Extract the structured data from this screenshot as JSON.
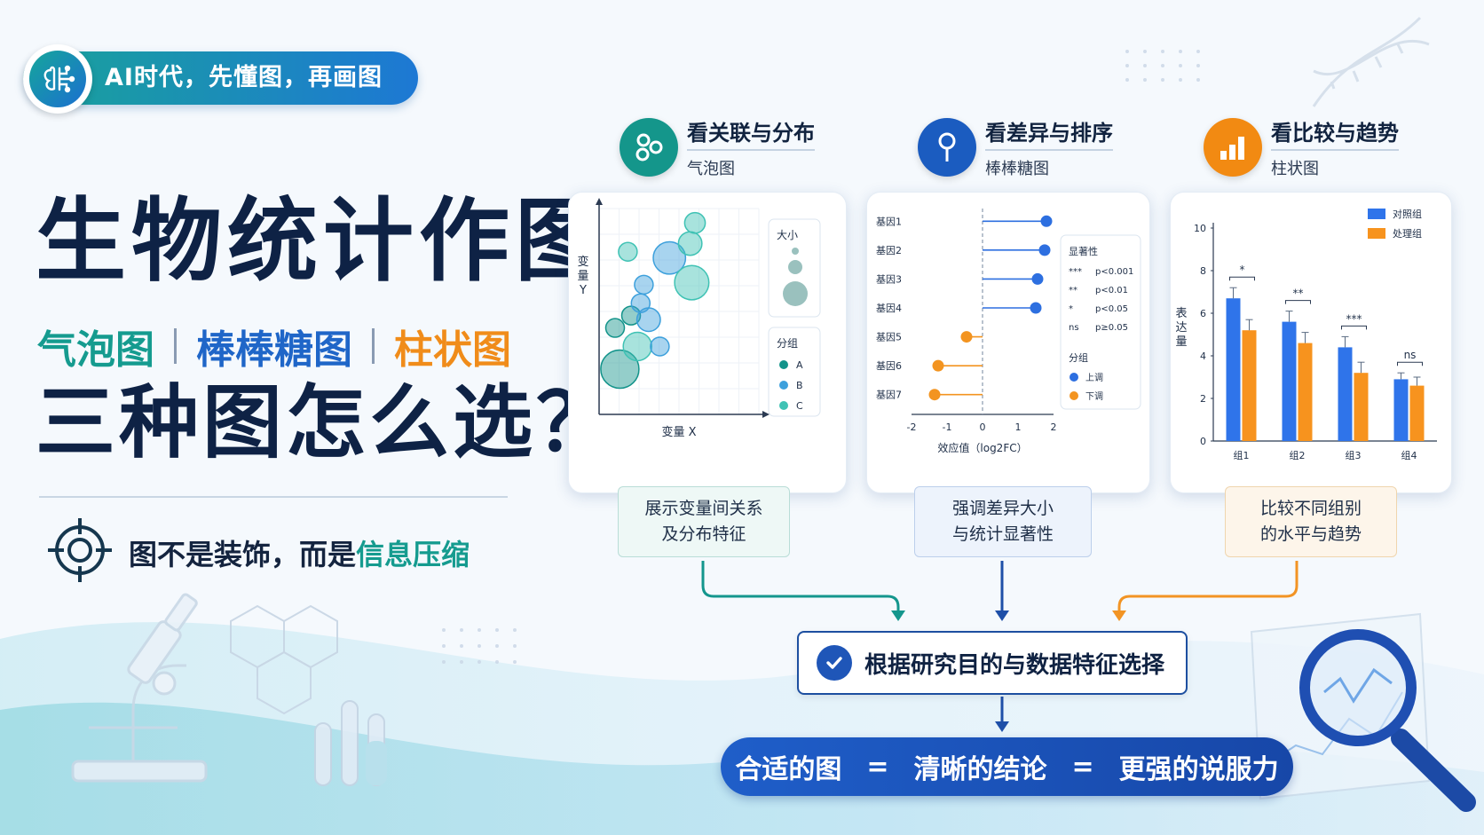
{
  "badge": {
    "text": "AI时代，先懂图，再画图"
  },
  "title": {
    "line1": "生物统计作图",
    "line2": "三种图怎么选？"
  },
  "subtitles": [
    {
      "text": "气泡图",
      "color": "#159b8f"
    },
    {
      "text": "棒棒糖图",
      "color": "#1f66c8"
    },
    {
      "text": "柱状图",
      "color": "#f08c1a"
    }
  ],
  "tagline": {
    "prefix": "图不是装饰，而是",
    "highlight": "信息压缩",
    "highlight_color": "#159b8f"
  },
  "sections": {
    "bubble": {
      "title": "看关联与分布",
      "subtitle": "气泡图",
      "desc_line1": "展示变量间关系",
      "desc_line2": "及分布特征",
      "color": "#15968c"
    },
    "lollipop": {
      "title": "看差异与排序",
      "subtitle": "棒棒糖图",
      "desc_line1": "强调差异大小",
      "desc_line2": "与统计显著性",
      "color": "#1b5cc0"
    },
    "bar": {
      "title": "看比较与趋势",
      "subtitle": "柱状图",
      "desc_line1": "比较不同组别",
      "desc_line2": "的水平与趋势",
      "color": "#f28a12"
    }
  },
  "decision": {
    "text": "根据研究目的与数据特征选择"
  },
  "result": {
    "part1": "合适的图",
    "eq1": "=",
    "part2": "清晰的结论",
    "eq2": "=",
    "part3": "更强的说服力"
  },
  "chart_data": [
    {
      "type": "scatter",
      "xlabel": "变量 X",
      "ylabel": "变量 Y",
      "legend_size_title": "大小",
      "legend_group_title": "分组",
      "groups": [
        {
          "name": "A",
          "color": "#12938a"
        },
        {
          "name": "B",
          "color": "#3da0dc"
        },
        {
          "name": "C",
          "color": "#3fc2b4"
        }
      ],
      "points": [
        {
          "x": 0.13,
          "y": 0.22,
          "size": 3,
          "group": "A"
        },
        {
          "x": 0.1,
          "y": 0.42,
          "size": 1,
          "group": "A"
        },
        {
          "x": 0.2,
          "y": 0.48,
          "size": 1,
          "group": "A"
        },
        {
          "x": 0.24,
          "y": 0.33,
          "size": 2,
          "group": "C"
        },
        {
          "x": 0.26,
          "y": 0.54,
          "size": 1,
          "group": "B"
        },
        {
          "x": 0.31,
          "y": 0.46,
          "size": 1.5,
          "group": "B"
        },
        {
          "x": 0.38,
          "y": 0.33,
          "size": 1,
          "group": "B"
        },
        {
          "x": 0.28,
          "y": 0.63,
          "size": 1,
          "group": "B"
        },
        {
          "x": 0.44,
          "y": 0.76,
          "size": 2.4,
          "group": "B"
        },
        {
          "x": 0.18,
          "y": 0.79,
          "size": 1,
          "group": "C"
        },
        {
          "x": 0.58,
          "y": 0.64,
          "size": 2.6,
          "group": "C"
        },
        {
          "x": 0.57,
          "y": 0.83,
          "size": 1.5,
          "group": "C"
        },
        {
          "x": 0.6,
          "y": 0.93,
          "size": 1.2,
          "group": "C"
        }
      ]
    },
    {
      "type": "lollipop",
      "xlabel": "效应值（log2FC）",
      "xlim": [
        -2,
        2
      ],
      "xticks": [
        "-2",
        "-1",
        "0",
        "1",
        "2"
      ],
      "categories": [
        "基因1",
        "基因2",
        "基因3",
        "基因4",
        "基因5",
        "基因6",
        "基因7"
      ],
      "values": [
        1.8,
        1.75,
        1.55,
        1.5,
        -0.45,
        -1.25,
        -1.35
      ],
      "legend_sig_title": "显著性",
      "significance": [
        {
          "mark": "***",
          "label": "p<0.001"
        },
        {
          "mark": "**",
          "label": "p<0.01"
        },
        {
          "mark": "*",
          "label": "p<0.05"
        },
        {
          "mark": "ns",
          "label": "p≥0.05"
        }
      ],
      "legend_group_title": "分组",
      "groups": [
        {
          "name": "上调",
          "color": "#2d6fe0"
        },
        {
          "name": "下调",
          "color": "#f39420"
        }
      ]
    },
    {
      "type": "bar",
      "ylabel": "表达量",
      "ylim": [
        0,
        10
      ],
      "yticks": [
        "0",
        "2",
        "4",
        "6",
        "8",
        "10"
      ],
      "categories": [
        "组1",
        "组2",
        "组3",
        "组4"
      ],
      "series": [
        {
          "name": "对照组",
          "color": "#2f74ea",
          "values": [
            6.7,
            5.6,
            4.4,
            2.9
          ],
          "errors": [
            0.5,
            0.5,
            0.5,
            0.3
          ]
        },
        {
          "name": "处理组",
          "color": "#f7931e",
          "values": [
            5.2,
            4.6,
            3.2,
            2.6
          ],
          "errors": [
            0.5,
            0.5,
            0.5,
            0.4
          ]
        }
      ],
      "significance": [
        "*",
        "**",
        "***",
        "ns"
      ]
    }
  ]
}
